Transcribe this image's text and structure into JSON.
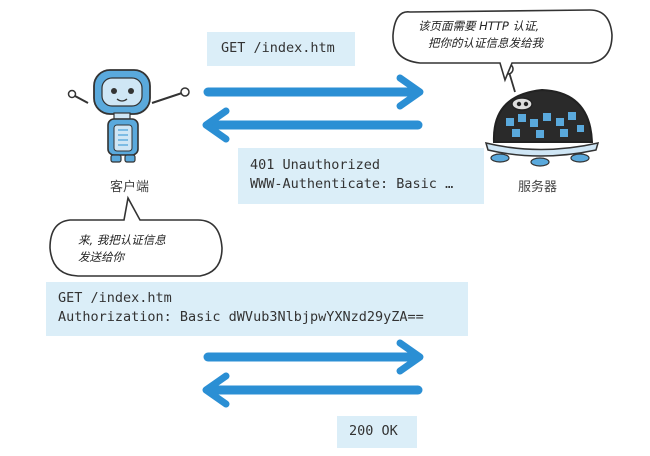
{
  "client": {
    "label": "客户端"
  },
  "server": {
    "label": "服务器"
  },
  "bubbles": {
    "server": {
      "line1": "该页面需要 HTTP 认证,",
      "line2": "把你的认证信息发给我"
    },
    "client": {
      "line1": "来, 我把认证信息",
      "line2": "发送给你"
    }
  },
  "messages": {
    "request1": "GET /index.htm",
    "response1": "401 Unauthorized\nWWW-Authenticate: Basic …",
    "request2": "GET /index.htm\nAuthorization: Basic dWVub3NlbjpwYXNzd29yZA==",
    "response2": "200 OK"
  },
  "colors": {
    "arrow": "#2b8fd4",
    "box": "#dbeef8",
    "robot_blue": "#5aa9dc",
    "server_body": "#222222"
  },
  "icons": [
    "client-robot-icon",
    "server-robot-icon"
  ]
}
